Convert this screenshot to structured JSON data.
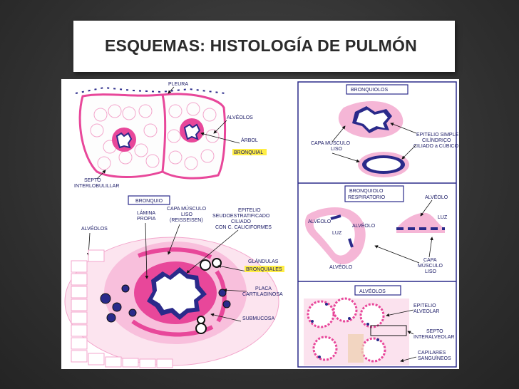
{
  "slide": {
    "title": "ESQUEMAS: HISTOLOGÍA DE PULMÓN"
  },
  "figure": {
    "lobule": {
      "pleura": "PLEURA",
      "alveolos": "ALVÉOLOS",
      "arbol": "ÁRBOL",
      "bronquial": "BRONQUIAL",
      "septo": "SEPTO",
      "interlobulillar": "INTERLOBULILLAR"
    },
    "bronquio": {
      "heading": "BRONQUIO",
      "lamina": "LÁMINA",
      "propia": "PROPIA",
      "capa_musculo": "CAPA MÚSCULO",
      "liso": "LISO",
      "reisseisen": "(REISSEISEN)",
      "epitelio": "EPITELIO",
      "seudo": "SEUDOESTRATIFICADO",
      "ciliado": "CILIADO",
      "con_caliciformes": "CON  C. CALICIFORMES",
      "alveolos": "ALVÉOLOS",
      "glandulas": "GLÁNDULAS",
      "bronquiales": "BRONQUIALES",
      "placa": "PLACA",
      "cartilaginosa": "CARTILAGINOSA",
      "submucosa": "SUBMUCOSA"
    },
    "bronquiolos": {
      "heading": "BRONQUIOLOS",
      "capa_musculo": "CAPA MÚSCULO",
      "liso": "LISO",
      "epitelio_simple": "EPITELIO SIMPLE",
      "cilindrico": "CILÍNDRICO",
      "ciliado_cubico": "CILIADO a CÚBICO"
    },
    "respiratorio": {
      "heading1": "BRONQUIOLO",
      "heading2": "RESPIRATORIO",
      "alveolo_top": "ALVÉOLO",
      "alveolo_left": "ALVÉOLO",
      "alveolo_mid": "ALVÉOLO",
      "alveolo_bottom": "ALVÉOLO",
      "luz_left": "LUZ",
      "luz_right": "LUZ",
      "capa": "CAPA",
      "musculo": "MÚSCULO",
      "liso": "LISO"
    },
    "alveolos": {
      "heading": "ALVÉOLOS",
      "epitelio": "EPITELIO",
      "alveolar": "ALVEOLAR",
      "septo": "SEPTO",
      "interalveolar": "INTERALVEOLAR",
      "capilares": "CAPILARES",
      "sanguineos": "SANGUÍNEOS"
    }
  },
  "colors": {
    "background": "#333333",
    "pink": "#e8479a",
    "light_pink": "#f5b6d6",
    "navy": "#2a2a8a",
    "highlight": "#ffee44"
  }
}
